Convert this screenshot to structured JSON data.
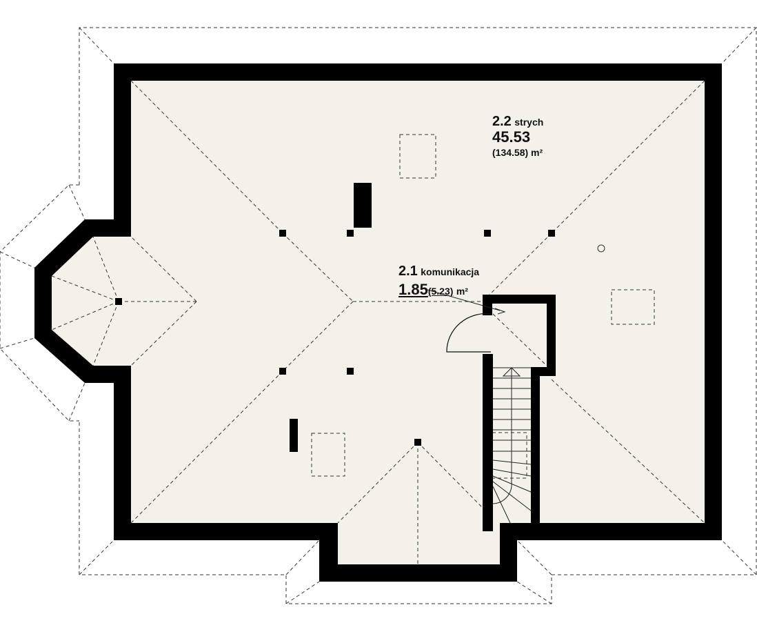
{
  "rooms": [
    {
      "number": "2.2",
      "name": "strych",
      "area": "45.53",
      "area_total": "(134.58)",
      "unit": "m²"
    },
    {
      "number": "2.1",
      "name": "komunikacja",
      "area": "1.85",
      "area_total": "(5.23)",
      "unit": "m²"
    }
  ],
  "colors": {
    "wall": "#000000",
    "floor": "#f4f0ea",
    "line": "#222222"
  }
}
